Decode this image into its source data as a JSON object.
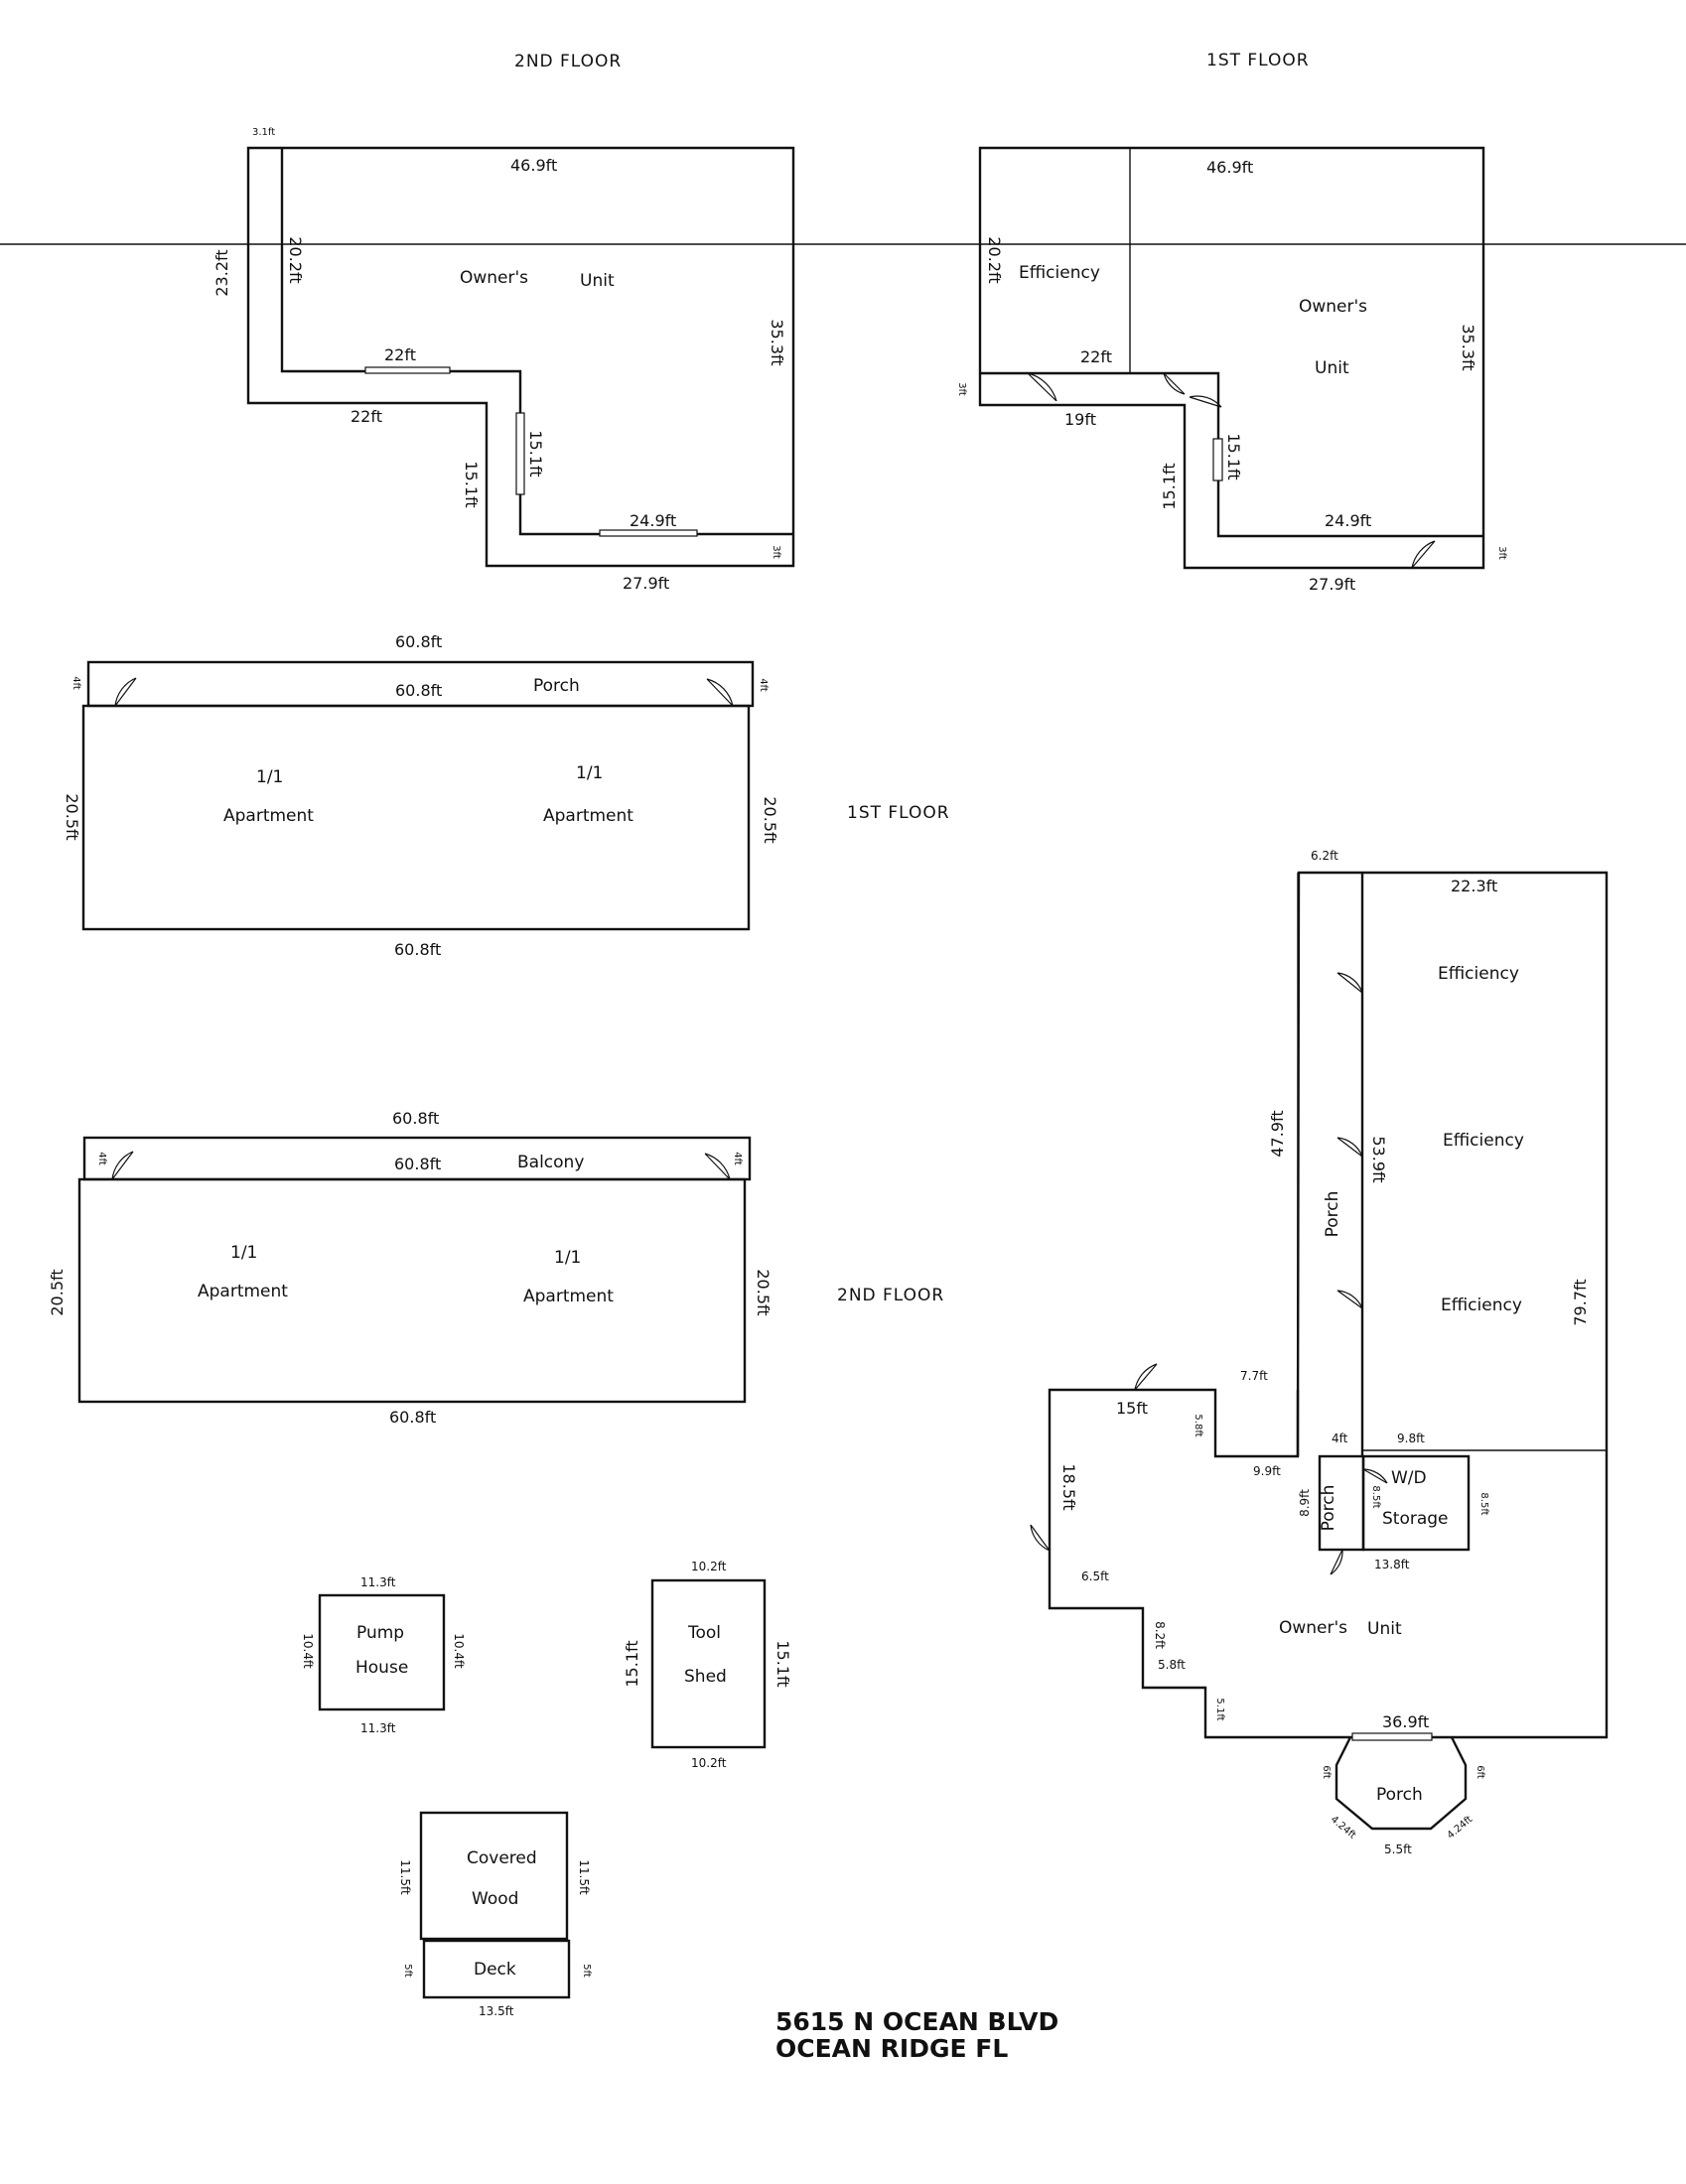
{
  "headers": {
    "second_floor_top": "2ND FLOOR",
    "first_floor_top": "1ST FLOOR",
    "first_floor_mid": "1ST FLOOR",
    "second_floor_mid": "2ND FLOOR"
  },
  "owners_2nd": {
    "tiny": "3.1ft",
    "top": "46.9ft",
    "left_outer": "23.2ft",
    "left_inner": "20.2ft",
    "room_a": "Owner's",
    "room_b": "Unit",
    "right": "35.3ft",
    "inner_22": "22ft",
    "outer_22": "22ft",
    "inner_151": "15.1ft",
    "outer_151": "15.1ft",
    "inner_249": "24.9ft",
    "bottom": "27.9ft",
    "corner": "3ft"
  },
  "owners_1st": {
    "top": "46.9ft",
    "left": "20.2ft",
    "efficiency": "Efficiency",
    "room_a": "Owner's",
    "room_b": "Unit",
    "right": "35.3ft",
    "mid_22": "22ft",
    "mid_19": "19ft",
    "left_corner": "3ft",
    "inner_151": "15.1ft",
    "outer_151": "15.1ft",
    "inner_249": "24.9ft",
    "bottom": "27.9ft",
    "corner": "3ft"
  },
  "apt_1st": {
    "porch_top": "60.8ft",
    "porch_inner": "60.8ft",
    "porch": "Porch",
    "porch_left": "4ft",
    "porch_right": "4ft",
    "left": "20.5ft",
    "right": "20.5ft",
    "a1_type": "1/1",
    "a1_name": "Apartment",
    "a2_type": "1/1",
    "a2_name": "Apartment",
    "bottom": "60.8ft"
  },
  "apt_2nd": {
    "balc_top": "60.8ft",
    "balc_inner": "60.8ft",
    "balcony": "Balcony",
    "balc_left": "4ft",
    "balc_right": "4ft",
    "left": "20.5ft",
    "right": "20.5ft",
    "a1_type": "1/1",
    "a1_name": "Apartment",
    "a2_type": "1/1",
    "a2_name": "Apartment",
    "bottom": "60.8ft"
  },
  "main": {
    "top_porch": "6.2ft",
    "top_eff": "22.3ft",
    "eff1": "Efficiency",
    "eff2": "Efficiency",
    "eff3": "Efficiency",
    "porch_len": "47.9ft",
    "inner_len": "53.9ft",
    "porch": "Porch",
    "right": "79.7ft",
    "d_77": "7.7ft",
    "d_15": "15ft",
    "d_58": "5.8ft",
    "d_4": "4ft",
    "d_98": "9.8ft",
    "d_99": "9.9ft",
    "wd_a": "W/D",
    "wd_b": "Storage",
    "porch_small": "Porch",
    "d_89": "8.9ft",
    "d_85a": "8.5ft",
    "d_85b": "8.5ft",
    "d_138": "13.8ft",
    "d_185": "18.5ft",
    "d_65": "6.5ft",
    "d_82": "8.2ft",
    "d_58b": "5.8ft",
    "d_51": "5.1ft",
    "room_a": "Owner's",
    "room_b": "Unit",
    "bottom": "36.9ft",
    "porch_bottom": "Porch",
    "p_6l": "6ft",
    "p_6r": "6ft",
    "p_424l": "4.24ft",
    "p_424r": "4.24ft",
    "p_55": "5.5ft"
  },
  "pump": {
    "top": "11.3ft",
    "bottom": "11.3ft",
    "left": "10.4ft",
    "right": "10.4ft",
    "a": "Pump",
    "b": "House"
  },
  "shed": {
    "top": "10.2ft",
    "bottom": "10.2ft",
    "left": "15.1ft",
    "right": "15.1ft",
    "a": "Tool",
    "b": "Shed"
  },
  "wood": {
    "left": "11.5ft",
    "right": "11.5ft",
    "a": "Covered",
    "b": "Wood",
    "deck": "Deck",
    "deck_left": "5ft",
    "deck_right": "5ft",
    "bottom": "13.5ft"
  },
  "address": {
    "line1": "5615 N OCEAN BLVD",
    "line2": "OCEAN RIDGE FL"
  }
}
